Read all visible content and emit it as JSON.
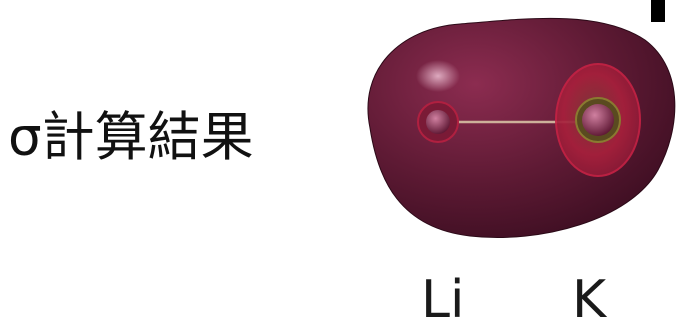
{
  "slide": {
    "title": "σ計算結果"
  },
  "molecule": {
    "atoms": [
      {
        "symbol": "Li"
      },
      {
        "symbol": "K"
      }
    ],
    "colors": {
      "lobe": "#6e1e3c",
      "lobe_dark": "#3c0d22",
      "inner_shell": "#b0203c",
      "bond": "#c8a890",
      "nucleus": "#8a2a4e"
    }
  }
}
